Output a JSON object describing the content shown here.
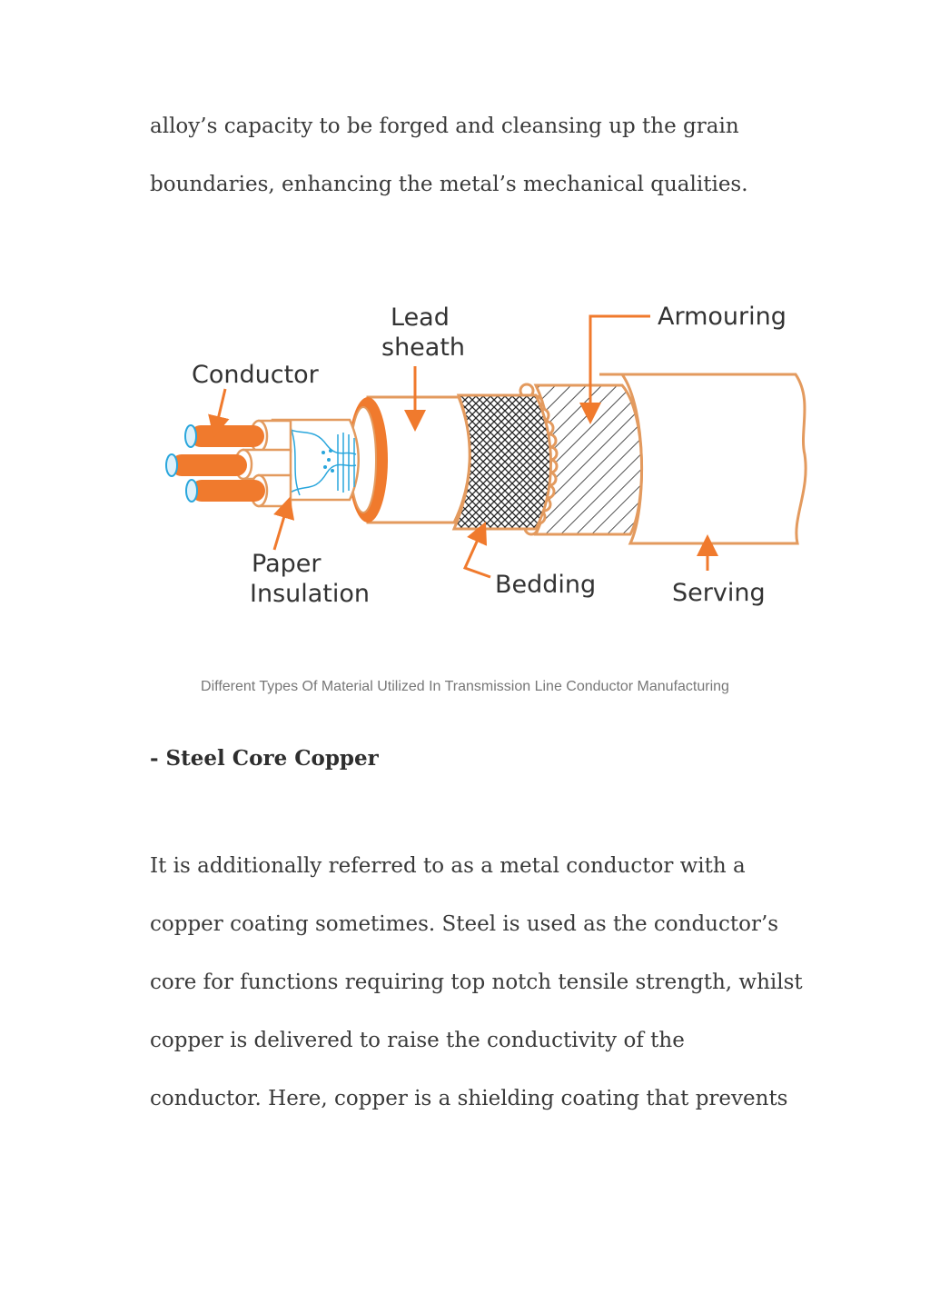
{
  "intro": {
    "lines": [
      "alloy’s capacity to be forged and cleansing up the grain",
      "boundaries, enhancing the metal’s mechanical qualities."
    ]
  },
  "figure": {
    "labels": {
      "lead": "Lead",
      "sheath": "sheath",
      "armouring": "Armouring",
      "conductor": "Conductor",
      "paper": "Paper",
      "insulation": "Insulation",
      "bedding": "Bedding",
      "serving": "Serving"
    },
    "colors": {
      "accent": "#f07a2d",
      "outline": "#e39a5e",
      "lines": "#29a6dc"
    }
  },
  "caption": "Different Types Of Material Utilized In Transmission Line Conductor Manufacturing",
  "heading": "- Steel Core Copper",
  "body": {
    "lines": [
      "It is additionally referred to as a metal conductor with a",
      "copper coating sometimes. Steel is used as the conductor’s",
      "core for functions requiring top notch tensile strength, whilst",
      "copper is delivered to raise the conductivity of the",
      "conductor. Here, copper is a shielding coating that prevents"
    ]
  }
}
